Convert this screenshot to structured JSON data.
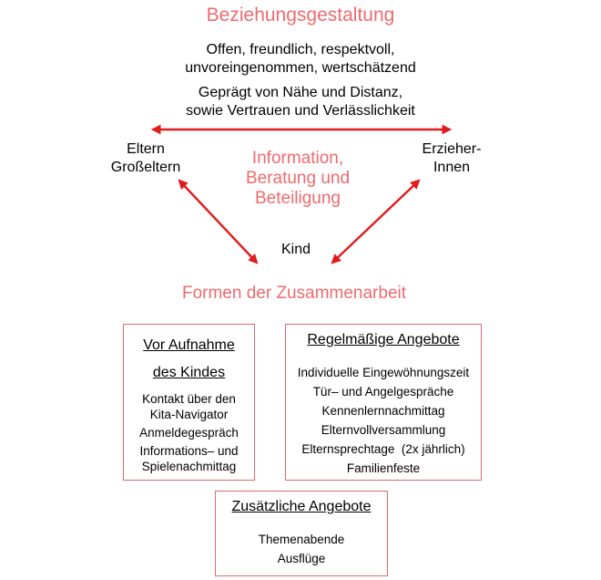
{
  "diagram": {
    "title": "Beziehungsgestaltung",
    "qualities": [
      "Offen, freundlich, respektvoll,",
      "unvoreingenommen, wertschätzend",
      "Geprägt von Nähe und Distanz,",
      "sowie Vertrauen und Verlässlichkeit"
    ],
    "node_left": [
      "Eltern",
      "Großeltern"
    ],
    "node_right": [
      "Erzieher-",
      "Innen"
    ],
    "node_bottom": "Kind",
    "center_text": [
      "Information,",
      "Beratung und",
      "Beteiligung"
    ],
    "section_title": "Formen der Zusammenarbeit",
    "boxes": {
      "before_admission": {
        "heading": [
          "Vor Aufnahme",
          "des Kindes"
        ],
        "items": [
          "Kontakt über den",
          "Kita-Navigator",
          "Anmeldegespräch",
          "Informations– und",
          "Spielenachmittag"
        ]
      },
      "regular": {
        "heading": "Regelmäßige Angebote",
        "items": [
          "Individuelle Eingewöhnungszeit",
          "Tür– und Angelgespräche",
          "Kennenlernnachmittag",
          "Elternvollversammlung",
          "Elternsprechtage  (2x jährlich)",
          "Familienfeste"
        ]
      },
      "additional": {
        "heading": "Zusätzliche Angebote",
        "items": [
          "Themenabende",
          "Ausflüge"
        ]
      }
    },
    "accent_color": "#ee6a6e",
    "arrow_color": "#e01b1b"
  }
}
